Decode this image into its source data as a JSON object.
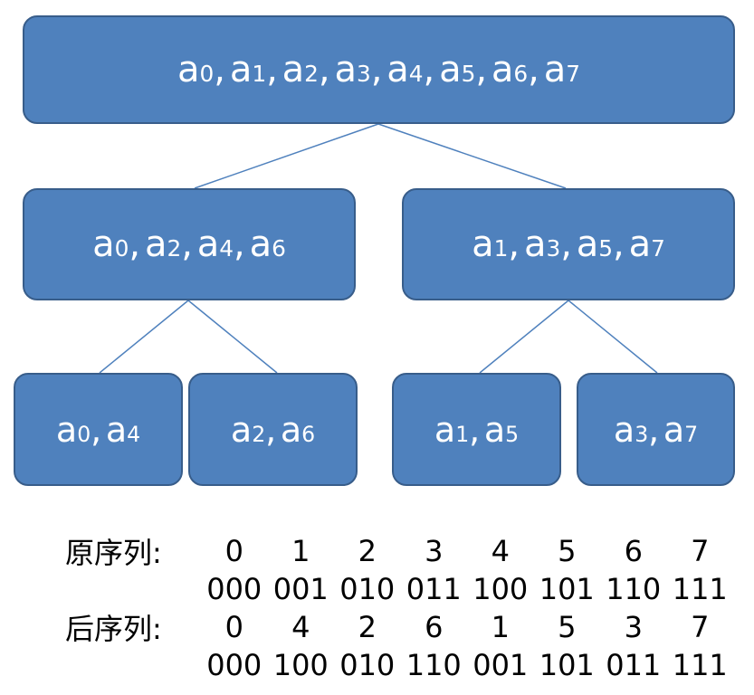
{
  "tree": {
    "root": {
      "items": [
        {
          "base": "a",
          "sub": "0"
        },
        {
          "base": "a",
          "sub": "1"
        },
        {
          "base": "a",
          "sub": "2"
        },
        {
          "base": "a",
          "sub": "3"
        },
        {
          "base": "a",
          "sub": "4"
        },
        {
          "base": "a",
          "sub": "5"
        },
        {
          "base": "a",
          "sub": "6"
        },
        {
          "base": "a",
          "sub": "7"
        }
      ]
    },
    "level1": [
      {
        "items": [
          {
            "base": "a",
            "sub": "0"
          },
          {
            "base": "a",
            "sub": "2"
          },
          {
            "base": "a",
            "sub": "4"
          },
          {
            "base": "a",
            "sub": "6"
          }
        ]
      },
      {
        "items": [
          {
            "base": "a",
            "sub": "1"
          },
          {
            "base": "a",
            "sub": "3"
          },
          {
            "base": "a",
            "sub": "5"
          },
          {
            "base": "a",
            "sub": "7"
          }
        ]
      }
    ],
    "level2": [
      {
        "items": [
          {
            "base": "a",
            "sub": "0"
          },
          {
            "base": "a",
            "sub": "4"
          }
        ]
      },
      {
        "items": [
          {
            "base": "a",
            "sub": "2"
          },
          {
            "base": "a",
            "sub": "6"
          }
        ]
      },
      {
        "items": [
          {
            "base": "a",
            "sub": "1"
          },
          {
            "base": "a",
            "sub": "5"
          }
        ]
      },
      {
        "items": [
          {
            "base": "a",
            "sub": "3"
          },
          {
            "base": "a",
            "sub": "7"
          }
        ]
      }
    ]
  },
  "table": {
    "original_label": "原序列:",
    "original_decimal": [
      "0",
      "1",
      "2",
      "3",
      "4",
      "5",
      "6",
      "7"
    ],
    "original_binary": [
      "000",
      "001",
      "010",
      "011",
      "100",
      "101",
      "110",
      "111"
    ],
    "reordered_label": "后序列:",
    "reordered_decimal": [
      "0",
      "4",
      "2",
      "6",
      "1",
      "5",
      "3",
      "7"
    ],
    "reordered_binary": [
      "000",
      "100",
      "010",
      "110",
      "001",
      "101",
      "011",
      "111"
    ]
  },
  "colors": {
    "node_fill": "#4f81bd",
    "node_border": "#385d8a",
    "connector": "#4f81bd"
  }
}
